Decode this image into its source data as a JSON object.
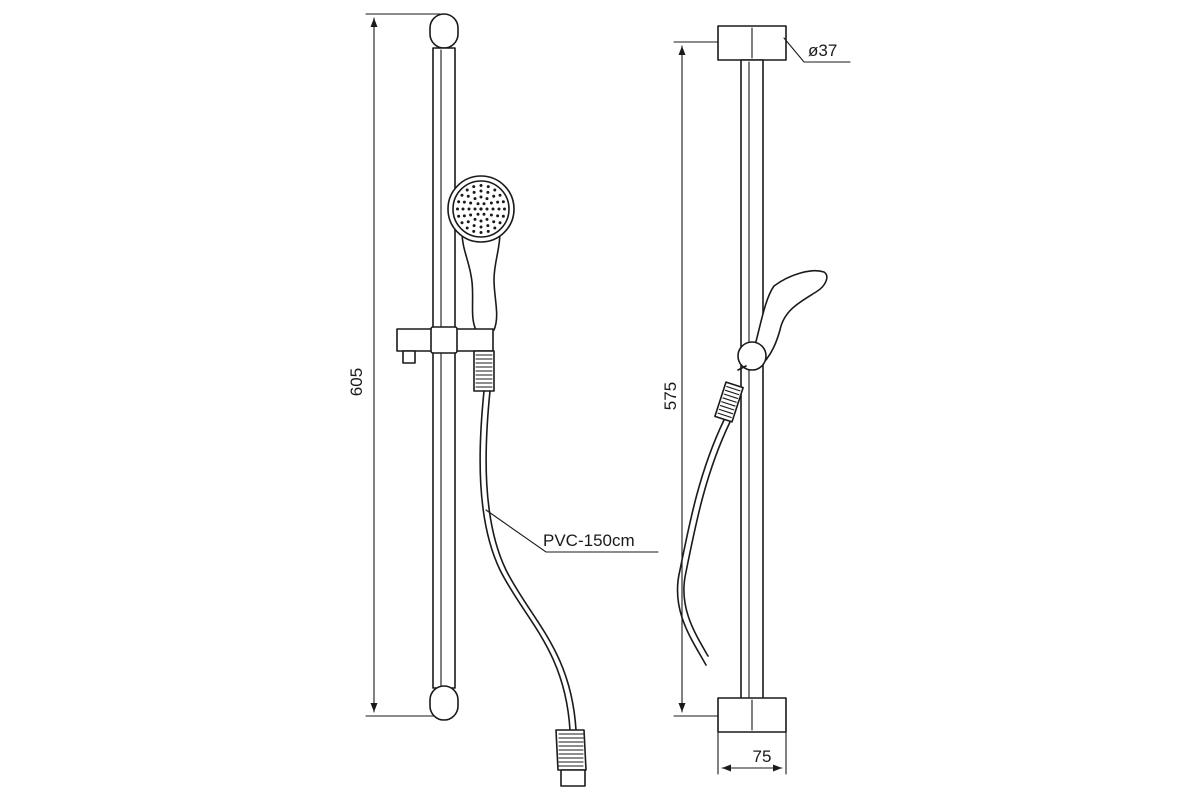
{
  "dimensions": {
    "left_height": "605",
    "right_height": "575",
    "bracket_diameter": "ø37",
    "bracket_width": "75"
  },
  "annotations": {
    "hose_label": "PVC-150cm"
  },
  "colors": {
    "line": "#1a1a1a",
    "background": "#ffffff"
  }
}
